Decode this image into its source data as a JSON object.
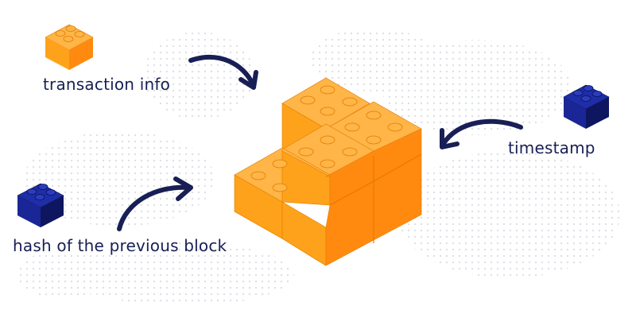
{
  "labels": {
    "transaction_info": "transaction info",
    "timestamp": "timestamp",
    "hash_previous_block": "hash of the previous block"
  },
  "icons": {
    "transaction_brick": "orange-lego-brick-icon",
    "timestamp_brick": "blue-lego-brick-icon",
    "hash_brick": "blue-lego-brick-icon",
    "block": "orange-lego-block-stack",
    "arrows": "curved-arrow-icon"
  },
  "colors": {
    "orange_top": "#ffb547",
    "orange_left": "#ffa21b",
    "orange_right": "#ff8a0f",
    "blue_top": "#1e2ea8",
    "blue_left": "#1a2696",
    "blue_right": "#0e1660",
    "arrow": "#181f55",
    "text": "#181f55",
    "dots": "#d9dde4"
  }
}
